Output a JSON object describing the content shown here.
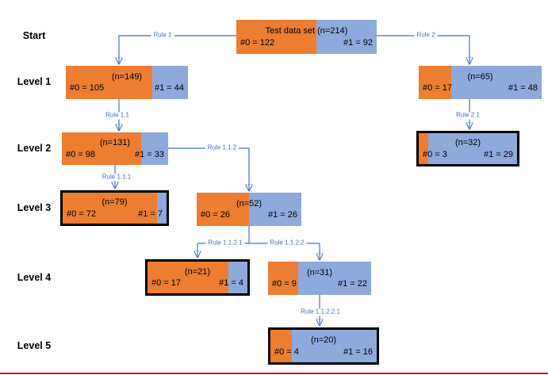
{
  "diagram": {
    "rows": [
      {
        "label": "Start"
      },
      {
        "label": "Level 1"
      },
      {
        "label": "Level 2"
      },
      {
        "label": "Level 3"
      },
      {
        "label": "Level 4"
      },
      {
        "label": "Level 5"
      }
    ],
    "nodes": [
      {
        "name": "root",
        "title": "Test data set (n=214)",
        "n": 214,
        "count0": 122,
        "count1": 92,
        "c0": "#0 = 122",
        "c1": "#1 = 92",
        "leaf": false
      },
      {
        "name": "level1-left",
        "title": "(n=149)",
        "n": 149,
        "count0": 105,
        "count1": 44,
        "c0": "#0 = 105",
        "c1": "#1 = 44",
        "leaf": false
      },
      {
        "name": "level1-right",
        "title": "(n=65)",
        "n": 65,
        "count0": 17,
        "count1": 48,
        "c0": "#0 = 17",
        "c1": "#1 = 48",
        "leaf": false
      },
      {
        "name": "level2-left",
        "title": "(n=131)",
        "n": 131,
        "count0": 98,
        "count1": 33,
        "c0": "#0 = 98",
        "c1": "#1 = 33",
        "leaf": false
      },
      {
        "name": "level2-right",
        "title": "(n=32)",
        "n": 32,
        "count0": 3,
        "count1": 29,
        "c0": "#0 = 3",
        "c1": "#1 = 29",
        "leaf": true
      },
      {
        "name": "level3-left",
        "title": "(n=79)",
        "n": 79,
        "count0": 72,
        "count1": 7,
        "c0": "#0 = 72",
        "c1": "#1 = 7",
        "leaf": true
      },
      {
        "name": "level3-mid",
        "title": "(n=52)",
        "n": 52,
        "count0": 26,
        "count1": 26,
        "c0": "#0 = 26",
        "c1": "#1 = 26",
        "leaf": false
      },
      {
        "name": "level4-left",
        "title": "(n=21)",
        "n": 21,
        "count0": 17,
        "count1": 4,
        "c0": "#0 = 17",
        "c1": "#1 = 4",
        "leaf": true
      },
      {
        "name": "level4-right",
        "title": "(n=31)",
        "n": 31,
        "count0": 9,
        "count1": 22,
        "c0": "#0 = 9",
        "c1": "#1 = 22",
        "leaf": false
      },
      {
        "name": "level5",
        "title": "(n=20)",
        "n": 20,
        "count0": 4,
        "count1": 16,
        "c0": "#0 = 4",
        "c1": "#1 = 16",
        "leaf": true
      }
    ],
    "edges": [
      {
        "label": "Rule 1"
      },
      {
        "label": "Rule 2"
      },
      {
        "label": "Rule 1.1"
      },
      {
        "label": "Rule 2.1"
      },
      {
        "label": "Rule 1.1.1"
      },
      {
        "label": "Rule 1.1.2"
      },
      {
        "label": "Rule 1.1.2.1"
      },
      {
        "label": "Rule 1.1.2.2"
      },
      {
        "label": "Rule 1.1.2.2.1"
      }
    ],
    "colors": {
      "class0": "#ED7D31",
      "class1": "#8EAADB",
      "connector": "#4472C4",
      "leaf_border": "#000000",
      "bottom_line": "#E00000"
    }
  }
}
